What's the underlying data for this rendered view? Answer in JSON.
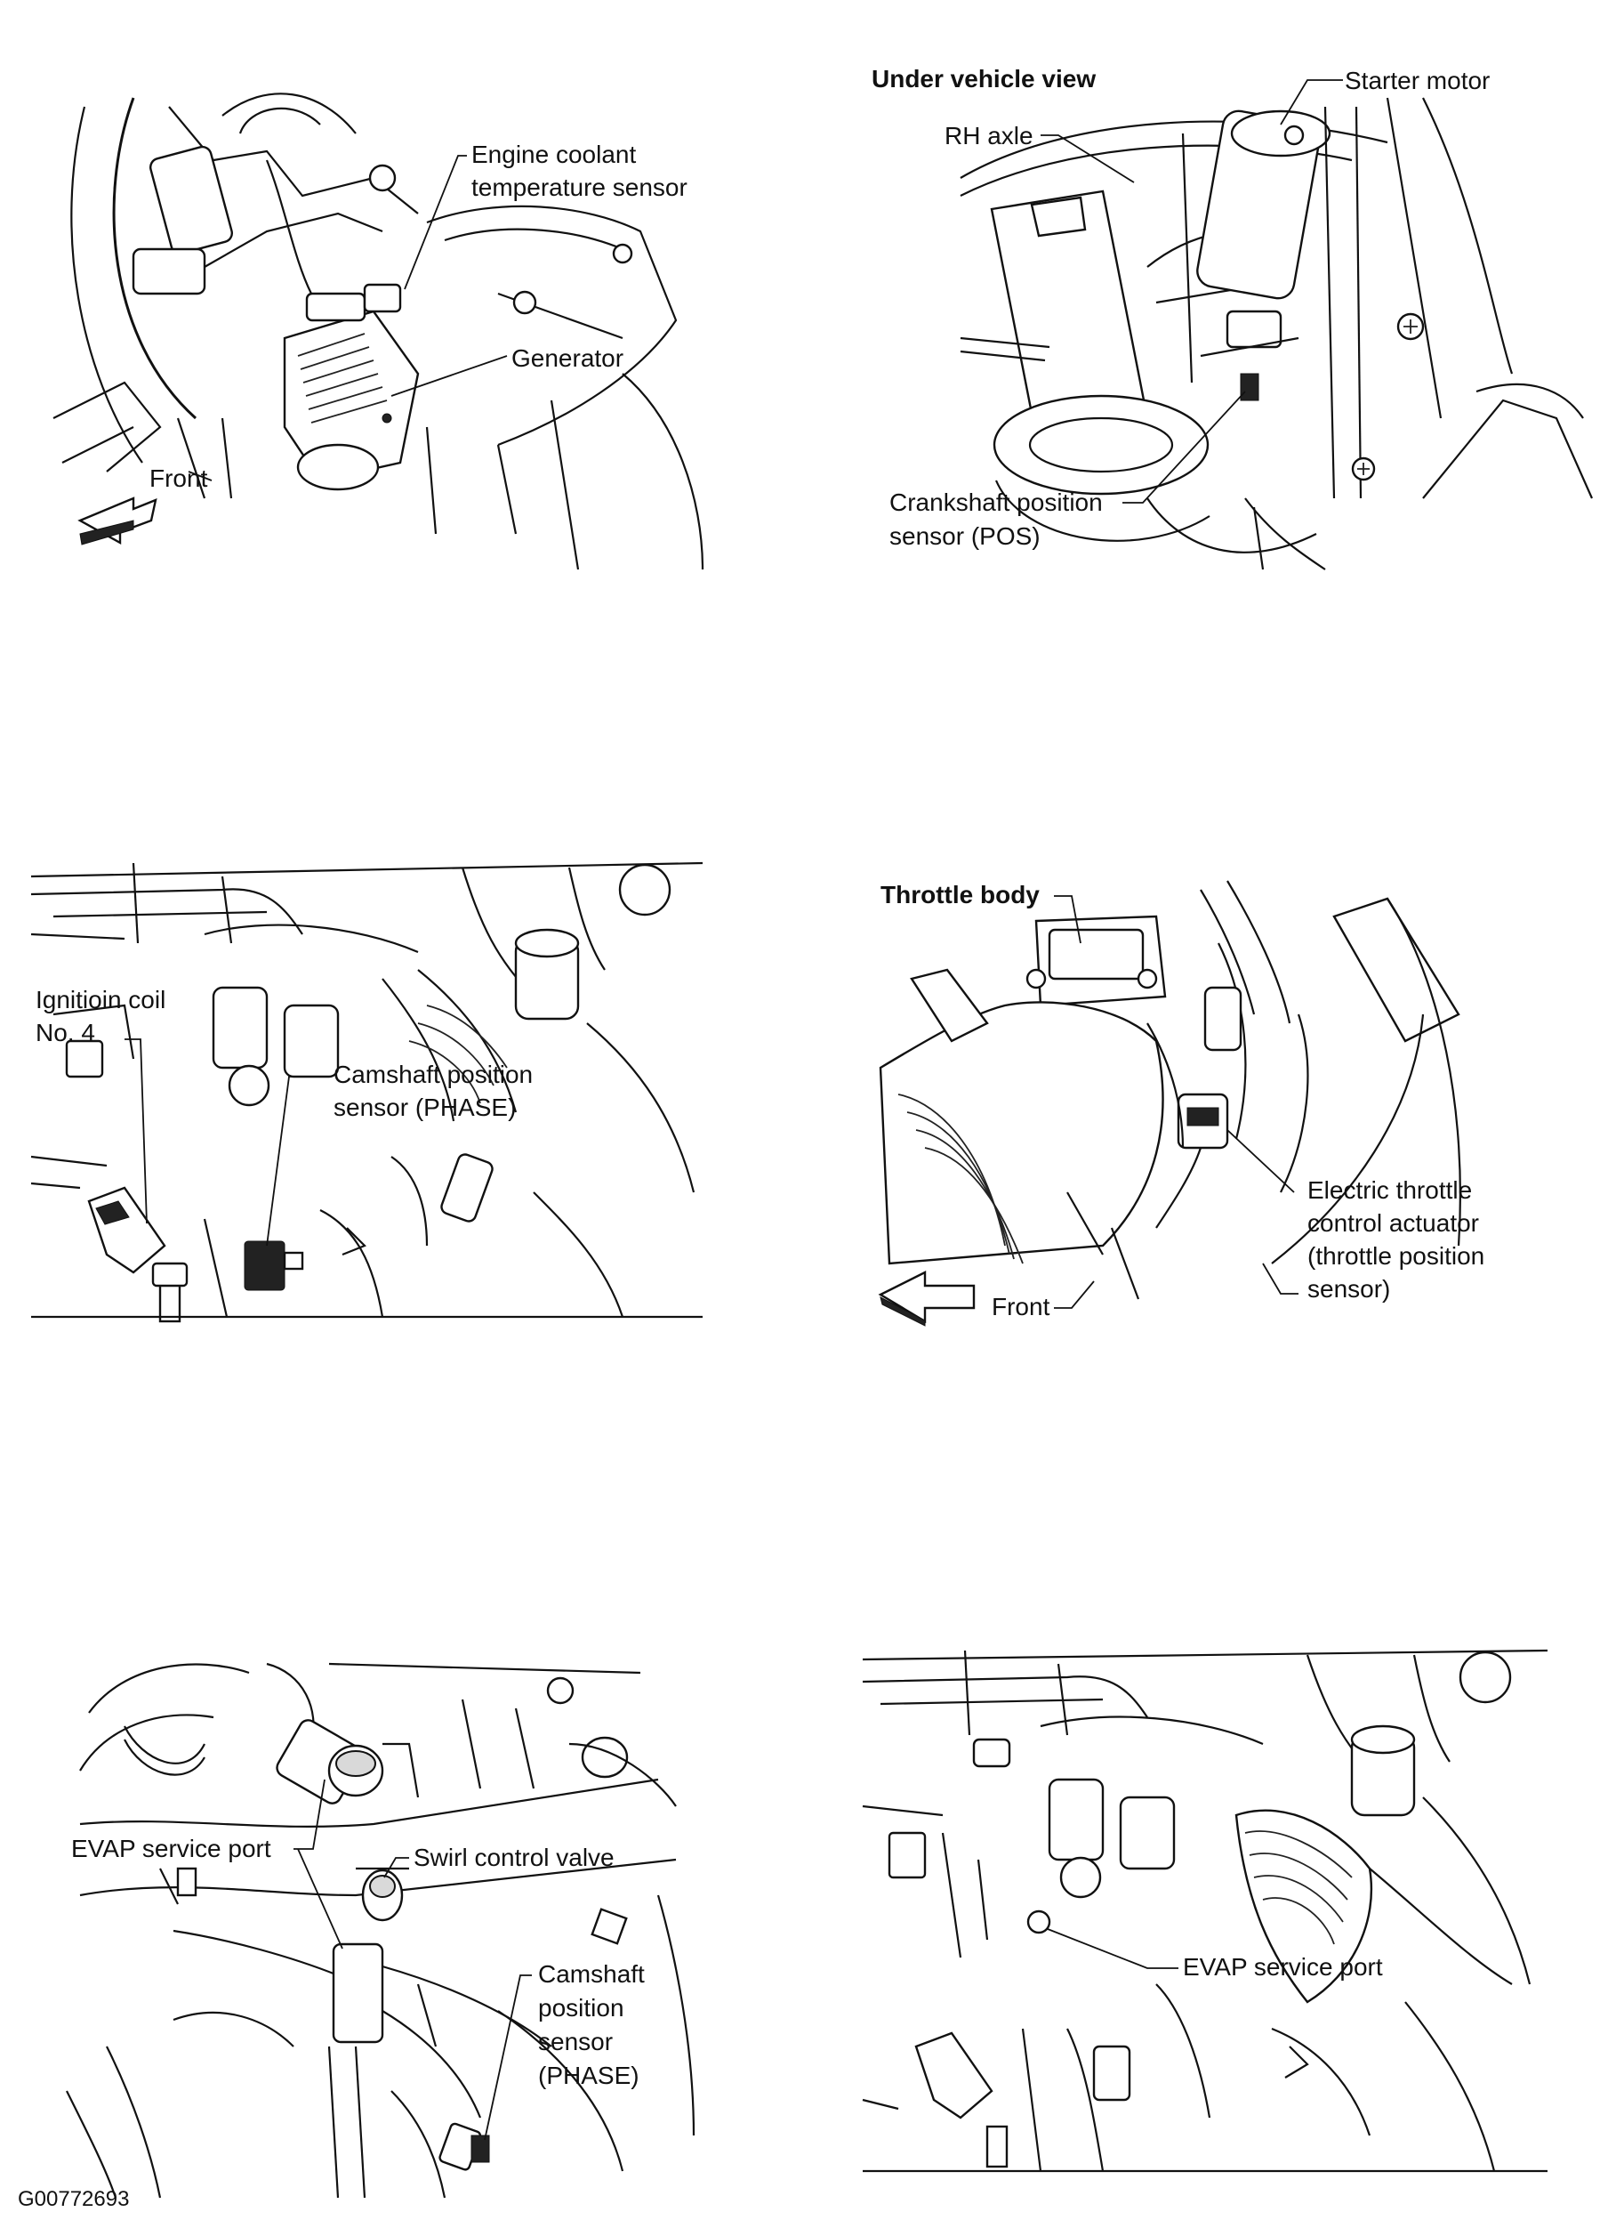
{
  "panels": [
    {
      "id": "p1",
      "labels": {
        "ect_sensor_line1": "Engine coolant",
        "ect_sensor_line2": "temperature sensor",
        "generator": "Generator",
        "front": "Front"
      }
    },
    {
      "id": "p2",
      "labels": {
        "view_title": "Under vehicle view",
        "starter_motor": "Starter motor",
        "rh_axle": "RH axle",
        "ckp_line1": "Crankshaft position",
        "ckp_line2": "sensor (POS)"
      }
    },
    {
      "id": "p3",
      "labels": {
        "ign_coil_line1": "Ignitioin coil",
        "ign_coil_line2": "No. 4",
        "cmp_line1": "Camshaft position",
        "cmp_line2": "sensor (PHASE)"
      }
    },
    {
      "id": "p4",
      "labels": {
        "throttle_body": "Throttle body",
        "etc_line1": "Electric throttle",
        "etc_line2": "control actuator",
        "etc_line3": "(throttle position",
        "etc_line4": "sensor)",
        "front": "Front"
      }
    },
    {
      "id": "p5",
      "labels": {
        "evap_port": "EVAP service port",
        "swirl_valve": "Swirl control valve",
        "cmp_line1": "Camshaft",
        "cmp_line2": "position",
        "cmp_line3": "sensor",
        "cmp_line4": "(PHASE)"
      }
    },
    {
      "id": "p6",
      "labels": {
        "evap_port": "EVAP service port"
      }
    }
  ],
  "figure_id": "G00772693",
  "icons": [
    "front-arrow-icon",
    "front-arrow-icon"
  ]
}
